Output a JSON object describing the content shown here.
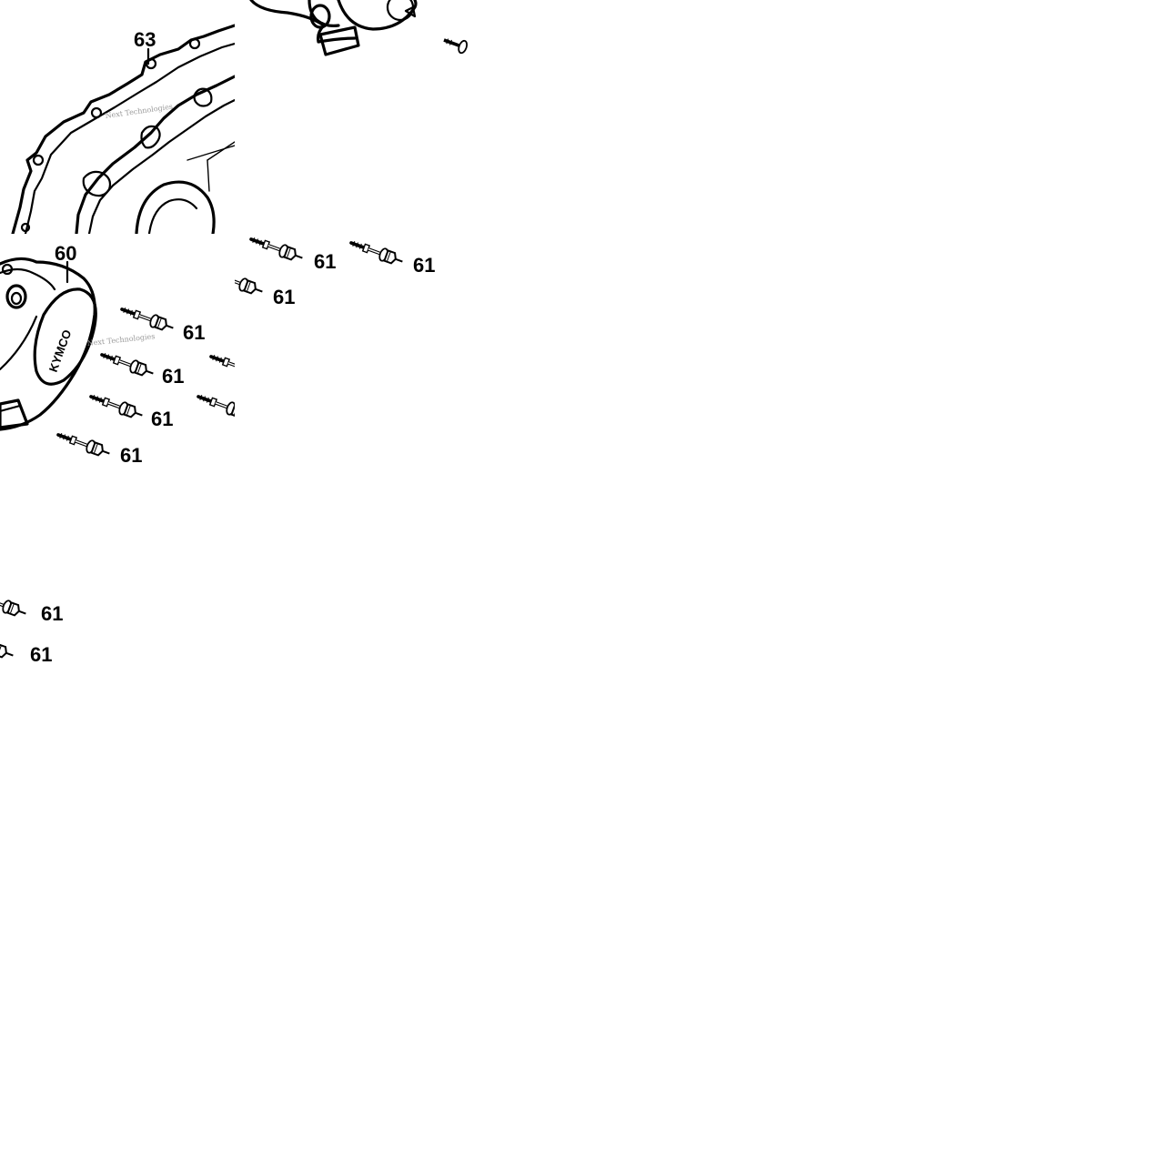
{
  "diagram": {
    "callouts": {
      "gasket": "63",
      "cover": "60",
      "bolt": "61"
    },
    "cover_logo": "KYMCO",
    "watermark": "Next Technologies"
  },
  "colors": {
    "ink": "#000000",
    "paper": "#ffffff",
    "watermark": "#9a9a9a"
  }
}
